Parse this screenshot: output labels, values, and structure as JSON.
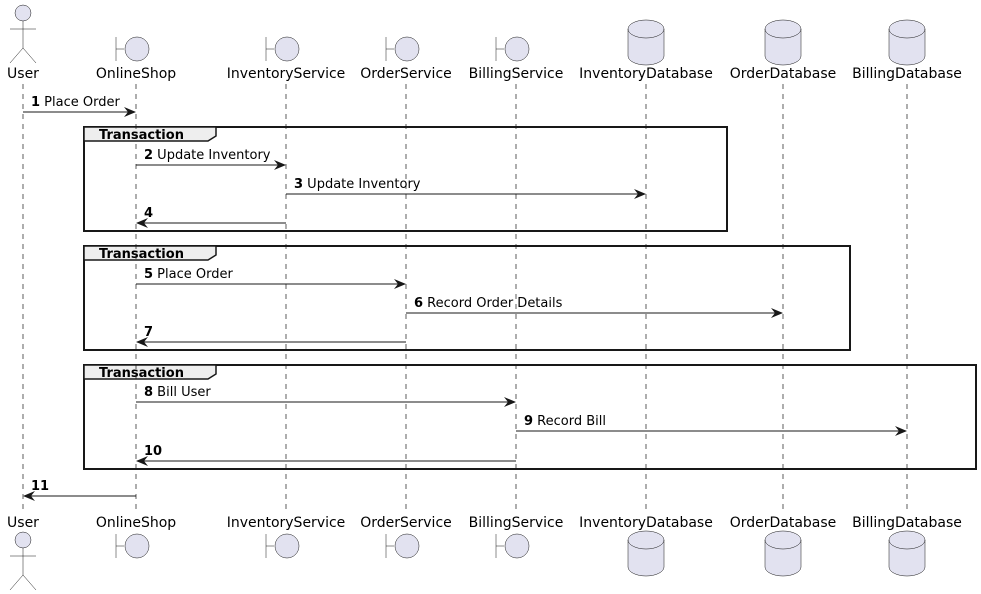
{
  "diagram": {
    "type": "sequence",
    "participants": [
      {
        "id": "User",
        "label": "User",
        "kind": "actor"
      },
      {
        "id": "OnlineShop",
        "label": "OnlineShop",
        "kind": "boundary"
      },
      {
        "id": "InventoryService",
        "label": "InventoryService",
        "kind": "boundary"
      },
      {
        "id": "OrderService",
        "label": "OrderService",
        "kind": "boundary"
      },
      {
        "id": "BillingService",
        "label": "BillingService",
        "kind": "boundary"
      },
      {
        "id": "InventoryDatabase",
        "label": "InventoryDatabase",
        "kind": "database"
      },
      {
        "id": "OrderDatabase",
        "label": "OrderDatabase",
        "kind": "database"
      },
      {
        "id": "BillingDatabase",
        "label": "BillingDatabase",
        "kind": "database"
      }
    ],
    "messages": [
      {
        "num": "1",
        "from": "User",
        "to": "OnlineShop",
        "text": "Place Order"
      },
      {
        "num": "2",
        "from": "OnlineShop",
        "to": "InventoryService",
        "text": "Update Inventory"
      },
      {
        "num": "3",
        "from": "InventoryService",
        "to": "InventoryDatabase",
        "text": "Update Inventory"
      },
      {
        "num": "4",
        "from": "InventoryService",
        "to": "OnlineShop",
        "text": ""
      },
      {
        "num": "5",
        "from": "OnlineShop",
        "to": "OrderService",
        "text": "Place Order"
      },
      {
        "num": "6",
        "from": "OrderService",
        "to": "OrderDatabase",
        "text": "Record Order Details"
      },
      {
        "num": "7",
        "from": "OrderService",
        "to": "OnlineShop",
        "text": ""
      },
      {
        "num": "8",
        "from": "OnlineShop",
        "to": "BillingService",
        "text": "Bill User"
      },
      {
        "num": "9",
        "from": "BillingService",
        "to": "BillingDatabase",
        "text": "Record Bill"
      },
      {
        "num": "10",
        "from": "BillingService",
        "to": "OnlineShop",
        "text": ""
      },
      {
        "num": "11",
        "from": "OnlineShop",
        "to": "User",
        "text": ""
      }
    ],
    "groups": [
      {
        "label": "Transaction",
        "messages": [
          "2",
          "3",
          "4"
        ]
      },
      {
        "label": "Transaction",
        "messages": [
          "5",
          "6",
          "7"
        ]
      },
      {
        "label": "Transaction",
        "messages": [
          "8",
          "9",
          "10"
        ]
      }
    ],
    "colors": {
      "participant_fill": "#E2E2F0",
      "participant_stroke": "#181818",
      "group_header_fill": "#EEEEEE",
      "line": "#181818"
    }
  }
}
